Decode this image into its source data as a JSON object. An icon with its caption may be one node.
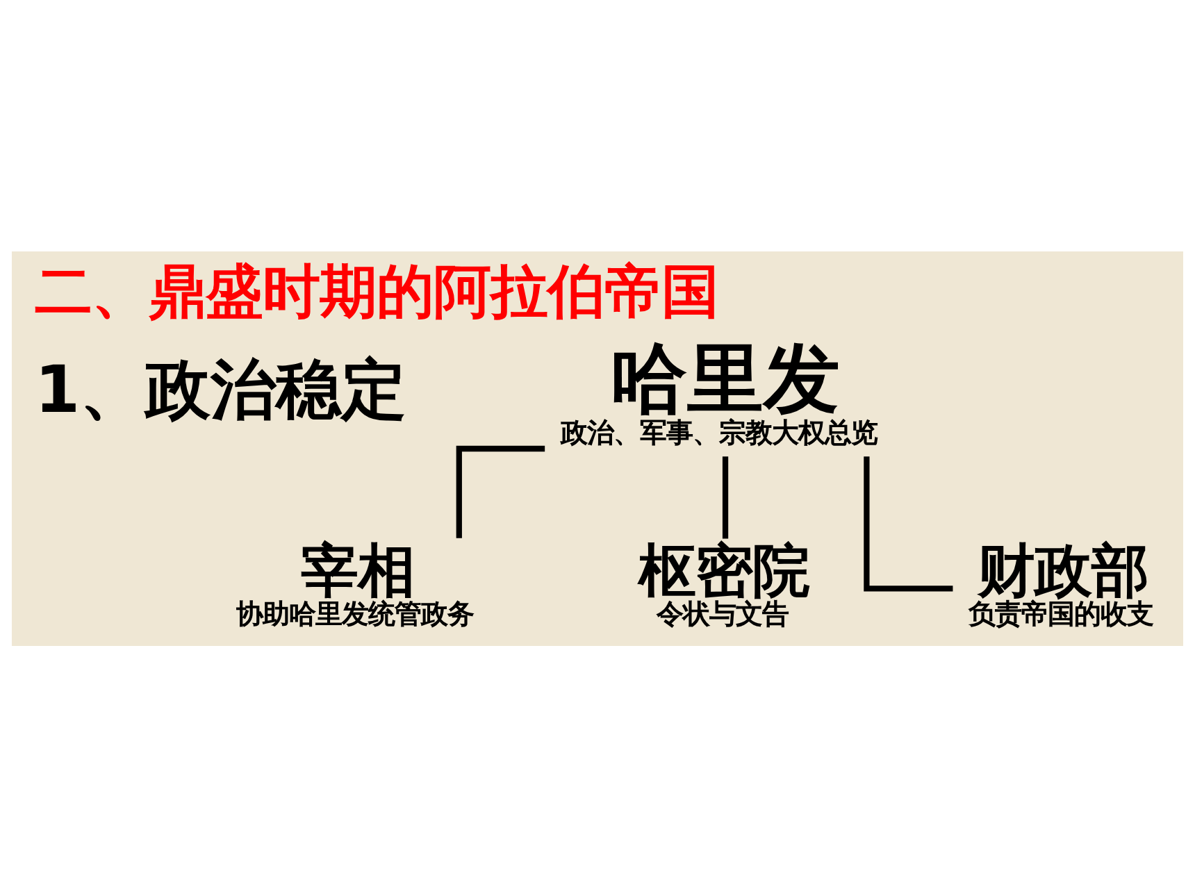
{
  "diagram": {
    "title": "二、鼎盛时期的阿拉伯帝国",
    "nodes": [
      {
        "text": [
          "哈里发",
          "政治、军事、宗教大权总览"
        ]
      },
      {
        "text": [
          "宰相",
          "协助哈里发统管政务"
        ]
      },
      {
        "text": [
          "枢密院",
          "令状与文告"
        ]
      },
      {
        "text": [
          "财政部",
          "负责帝国的收支"
        ]
      }
    ],
    "edges": [
      {
        "from": 0,
        "to": 1,
        "arrow": "none"
      },
      {
        "from": 0,
        "to": 2,
        "arrow": "none"
      },
      {
        "from": 0,
        "to": 3,
        "arrow": "none"
      }
    ],
    "labels": [
      "1、政治稳定"
    ]
  }
}
